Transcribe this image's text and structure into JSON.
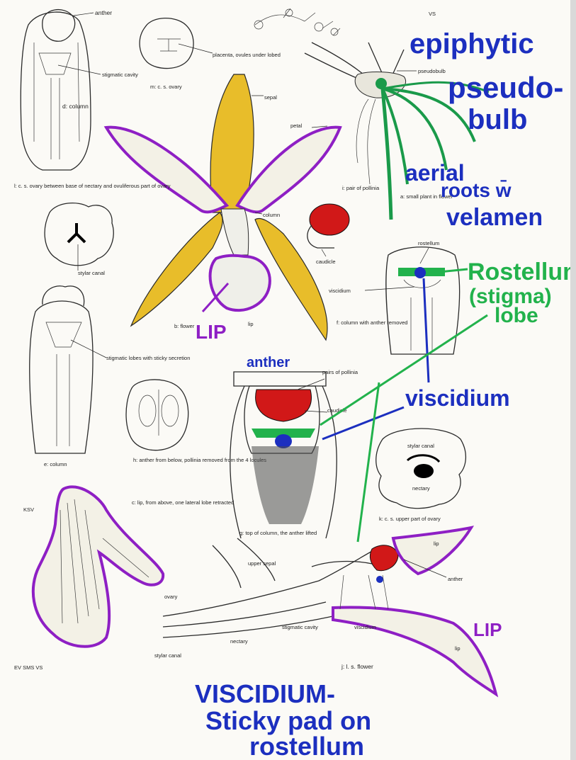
{
  "printed_labels": {
    "anther_top": "anther",
    "stigmatic_cavity": "stigmatic cavity",
    "d_column": "d: column",
    "m_ovary": "m: c. s. ovary",
    "placenta": "placenta, ovules under lobed",
    "sepal": "sepal",
    "petal": "petal",
    "vs": "VS",
    "pseudobulb_printed": "pseudobulb",
    "l_ovary": "l: c. s. ovary between base of nectary and ovuliferous part of ovary",
    "stylar_canal_l": "stylar canal",
    "column_b": "column",
    "i_pollinia": "i: pair of pollinia",
    "caudicle_i": "caudicle",
    "a_small_plant": "a: small plant in flower",
    "rostellum_f": "rostellum",
    "viscidium_f": "viscidium",
    "f_column": "f: column with anther removed",
    "b_flower": "b: flower",
    "lip_b": "lip",
    "stigmatic_lobes": "stigmatic lobes with sticky secretion",
    "e_column": "e: column",
    "h_anther": "h: anther from below, pollinia removed from the 4 locules",
    "pairs_pollinia": "pairs of pollinia",
    "caudicle_g": "caudicle",
    "g_top_column": "g: top of column, the anther lifted",
    "stylar_canal_k": "stylar canal",
    "nectary_k": "nectary",
    "k_ovary": "k: c. s. upper part of ovary",
    "ksv": "KSV",
    "c_lip": "c: lip, from above, one lateral lobe retracted",
    "upper_sepal": "upper sepal",
    "lip_j": "lip",
    "anther_j": "anther",
    "ovary_j": "ovary",
    "stigmatic_cavity_j": "stigmatic cavity",
    "viscidium_j": "viscidium",
    "nectary_j": "nectary",
    "stylar_canal_j": "stylar canal",
    "lip_j2": "lip",
    "j_flower": "j: l. s. flower",
    "signature": "EV SMS VS"
  },
  "handwritten": {
    "epiphytic": "epiphytic",
    "pseudo": "pseudo-",
    "bulb": "bulb",
    "aerial": "aerial",
    "roots_w": "roots w̄",
    "velamen": "velamen",
    "rostellum": "Rostellum",
    "stigma": "(stigma)",
    "lobe": "lobe",
    "anther": "anther",
    "viscidium": "viscidium",
    "lip_b": "LIP",
    "lip_j": "LIP",
    "footer_1": "VISCIDIUM-",
    "footer_2": "Sticky pad on",
    "footer_3": "rostellum"
  },
  "colors": {
    "sepal_yellow": "#e8bd2a",
    "purple_outline": "#8e1fc4",
    "pollinia_red": "#d11818",
    "viscidium_blue": "#1c2fbf",
    "rostellum_green": "#22b24c",
    "pseudobulb_green": "#1a9a4a"
  }
}
